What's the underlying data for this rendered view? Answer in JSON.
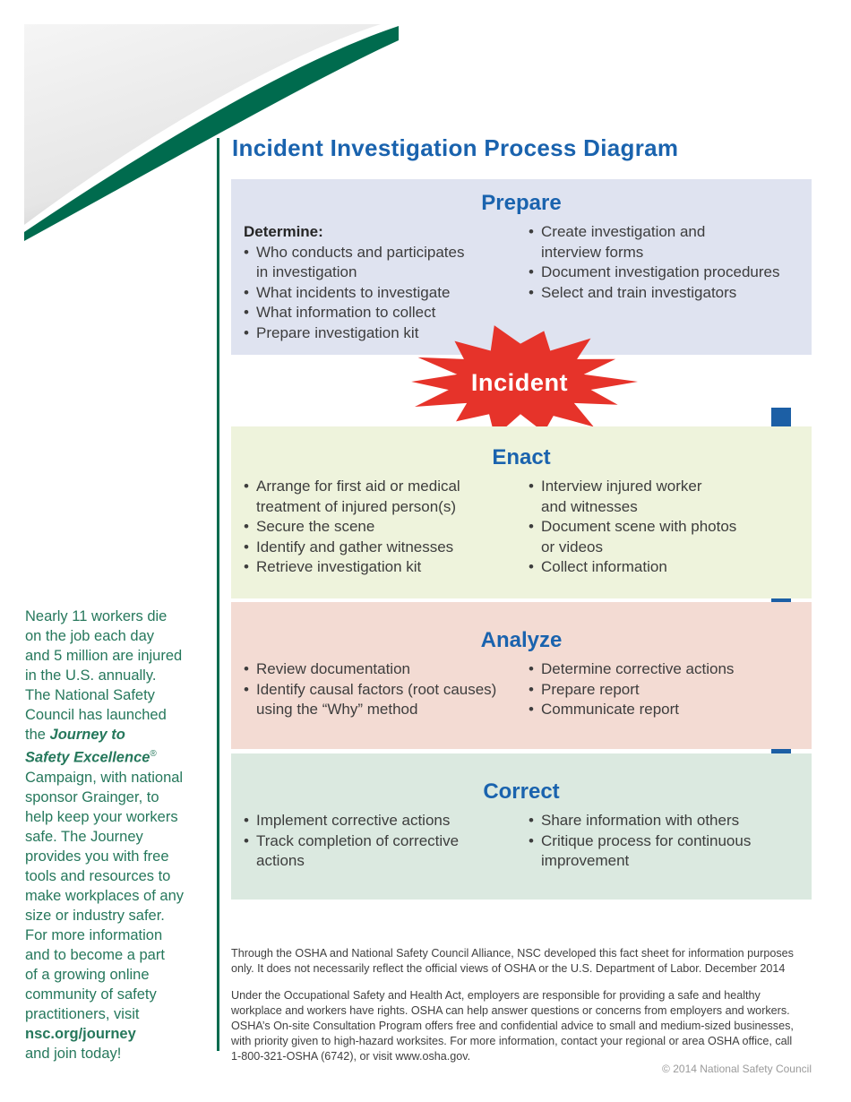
{
  "page": {
    "title": "Incident Investigation Process Diagram",
    "copyright": "© 2014 National Safety Council"
  },
  "colors": {
    "title_blue": "#1a63ae",
    "arrow_blue": "#1c5fa5",
    "burst_red": "#e6332a",
    "swoosh_green": "#006b4e",
    "sidebar_green": "#26785c",
    "prepare_bg": "#dfe3f0",
    "enact_bg": "#eef3dc",
    "analyze_bg": "#f3dbd3",
    "correct_bg": "#dbe9e0"
  },
  "incident_burst": {
    "label": "Incident"
  },
  "sections": [
    {
      "title": "Prepare",
      "bg": "#dfe3f0",
      "left_heading": "Determine:",
      "left_bullets": [
        "Who conducts and participates\nin investigation",
        "What incidents to investigate",
        "What information to collect",
        "Prepare investigation kit"
      ],
      "right_bullets": [
        "Create investigation and\ninterview forms",
        "Document investigation procedures",
        "Select and train investigators"
      ]
    },
    {
      "title": "Enact",
      "bg": "#eef3dc",
      "left_bullets": [
        "Arrange for first aid or medical\ntreatment of injured person(s)",
        "Secure the scene",
        "Identify and gather witnesses",
        "Retrieve investigation kit"
      ],
      "right_bullets": [
        "Interview injured worker\nand witnesses",
        "Document scene with photos\nor videos",
        "Collect information"
      ]
    },
    {
      "title": "Analyze",
      "bg": "#f3dbd3",
      "left_bullets": [
        "Review documentation",
        "Identify causal factors (root causes)\nusing the “Why” method"
      ],
      "right_bullets": [
        "Determine corrective actions",
        "Prepare report",
        "Communicate report"
      ]
    },
    {
      "title": "Correct",
      "bg": "#dbe9e0",
      "left_bullets": [
        "Implement corrective actions",
        "Track completion of corrective\nactions"
      ],
      "right_bullets": [
        "Share information with others",
        "Critique process for continuous\nimprovement"
      ]
    }
  ],
  "sidebar": {
    "segments": [
      {
        "style": "plain",
        "text": "Nearly 11 workers die\non the job each day\nand 5 million are injured\nin the U.S. annually.\nThe National Safety\nCouncil has launched\nthe "
      },
      {
        "style": "bold-italic",
        "text": "Journey to\nSafety Excellence"
      },
      {
        "style": "sup",
        "text": "®"
      },
      {
        "style": "plain",
        "text": "\nCampaign, with national\nsponsor Grainger, to\nhelp keep your workers\nsafe. The Journey\nprovides you with free\ntools and resources to\nmake workplaces of any\nsize or industry safer.\nFor more information\nand to become a part\nof a growing online\ncommunity of safety\npractitioners, visit\n"
      },
      {
        "style": "bold",
        "text": "nsc.org/journey"
      },
      {
        "style": "plain",
        "text": "\nand join today!"
      }
    ]
  },
  "footer": {
    "para1": "Through the OSHA and National Safety Council Alliance, NSC developed this fact sheet for information purposes\nonly. It does not necessarily reflect the official views of OSHA or the U.S. Department of Labor. December 2014",
    "para2": "Under the Occupational Safety and Health Act, employers are responsible for providing a safe and healthy\nworkplace and workers have rights. OSHA can help answer questions or concerns from employers and workers.\nOSHA’s On-site Consultation Program offers free and confidential advice to small and medium-sized businesses,\nwith priority given to high-hazard worksites. For more information, contact your regional or area OSHA office, call\n1-800-321-OSHA (6742), or visit www.osha.gov."
  }
}
